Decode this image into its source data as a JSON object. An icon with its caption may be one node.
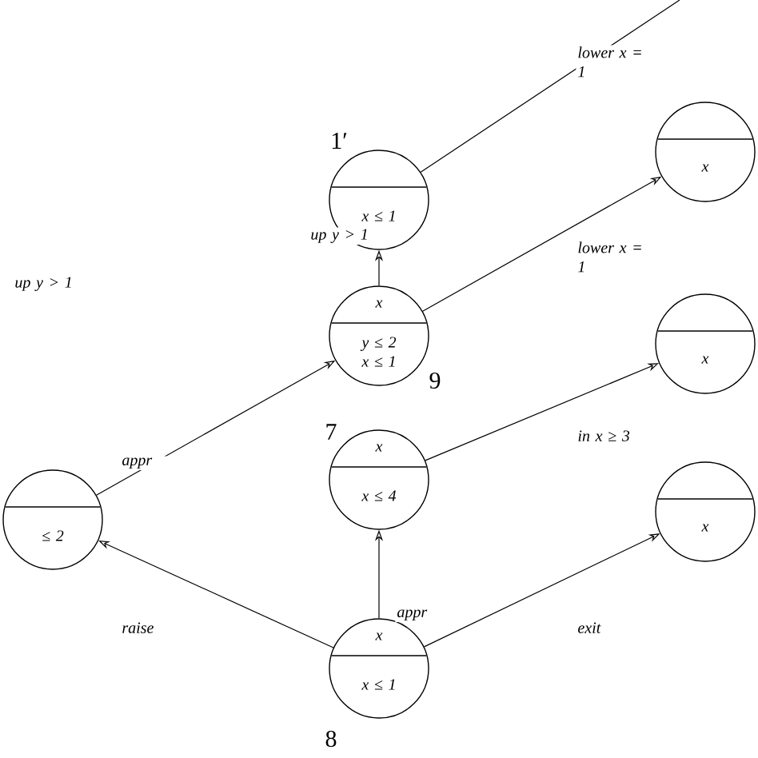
{
  "diagram": {
    "nodes": [
      {
        "text": [
          "x ≤ 1"
        ],
        "beside": [
          "1′"
        ]
      },
      {
        "text": [
          "x",
          "y ≤ 2 x ≤ 1"
        ],
        "beside": [
          "9"
        ]
      },
      {
        "text": [
          "x",
          "x ≤ 4"
        ],
        "beside": [
          "7"
        ]
      },
      {
        "text": [
          "x",
          "x ≤ 1"
        ],
        "beside": [
          "8"
        ]
      },
      {
        "text": [
          "≤ 2"
        ]
      },
      {
        "text": [
          "x"
        ]
      },
      {
        "text": [
          "x"
        ]
      },
      {
        "text": [
          "x"
        ]
      }
    ],
    "edges": [
      {
        "from": 0,
        "to": null,
        "arrow": "none",
        "label": "lower x = 1"
      },
      {
        "from": 1,
        "to": 0,
        "arrow": "to",
        "label": "up y > 1"
      },
      {
        "from": 1,
        "to": 5,
        "arrow": "to",
        "label": "lower x = 1"
      },
      {
        "from": 4,
        "to": 1,
        "arrow": "to",
        "label": "appr"
      },
      {
        "from": 2,
        "to": 6,
        "arrow": "to",
        "label": "in x ≥ 3"
      },
      {
        "from": 3,
        "to": 4,
        "arrow": "to",
        "label": "raise"
      },
      {
        "from": 3,
        "to": 2,
        "arrow": "to",
        "label": "appr"
      },
      {
        "from": 3,
        "to": 7,
        "arrow": "to",
        "label": "exit"
      }
    ],
    "labels": [
      "up y > 1"
    ]
  }
}
